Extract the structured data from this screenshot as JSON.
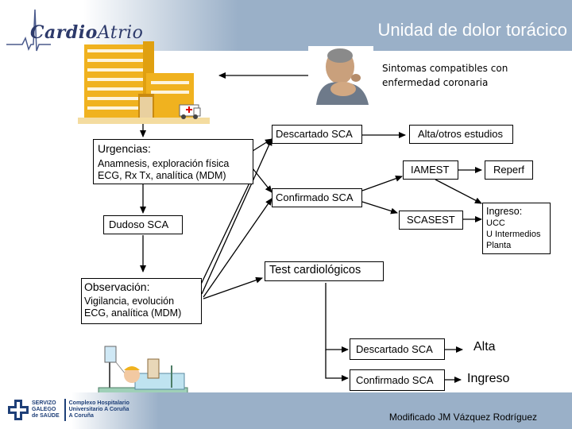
{
  "header": {
    "logo_part1": "Cardio",
    "logo_part2": "Atrio",
    "title": "Unidad de dolor torácico"
  },
  "symptoms": {
    "text_line1": "Sintomas compatibles con",
    "text_line2": "enfermedad coronaria"
  },
  "urgencias": {
    "title": "Urgencias:",
    "line1": "Anamnesis, exploración física",
    "line2": "ECG, Rx Tx, analítica (MDM)"
  },
  "nodes": {
    "descartado_sca": "Descartado SCA",
    "alta_otros": "Alta/otros estudios",
    "iamest": "IAMEST",
    "reperf": "Reperf",
    "confirmado_sca": "Confirmado SCA",
    "scasest": "SCASEST",
    "dudoso_sca": "Dudoso SCA",
    "test_cardio": "Test cardiológicos",
    "descartado_sca_2": "Descartado SCA",
    "confirmado_sca_2": "Confirmado SCA",
    "alta": "Alta",
    "ingreso": "Ingreso"
  },
  "ingreso_box": {
    "title": "Ingreso:",
    "items": [
      "UCC",
      "U Intermedios",
      "Planta"
    ]
  },
  "observacion": {
    "title": "Observación:",
    "line1": "Vigilancia, evolución",
    "line2": "ECG, analítica (MDM)"
  },
  "footer": {
    "logo_lines": [
      "SERVIZO",
      "GALEGO",
      "de SAÚDE"
    ],
    "hospital_lines": [
      "Complexo Hospitalario",
      "Universitario A Coruña",
      "A Coruña"
    ],
    "credit": "Modificado JM Vázquez Rodríguez"
  },
  "colors": {
    "header_bg": "#9ab0c8",
    "logo_text": "#2d3a6b",
    "hospital_yellow": "#f0b21f"
  }
}
